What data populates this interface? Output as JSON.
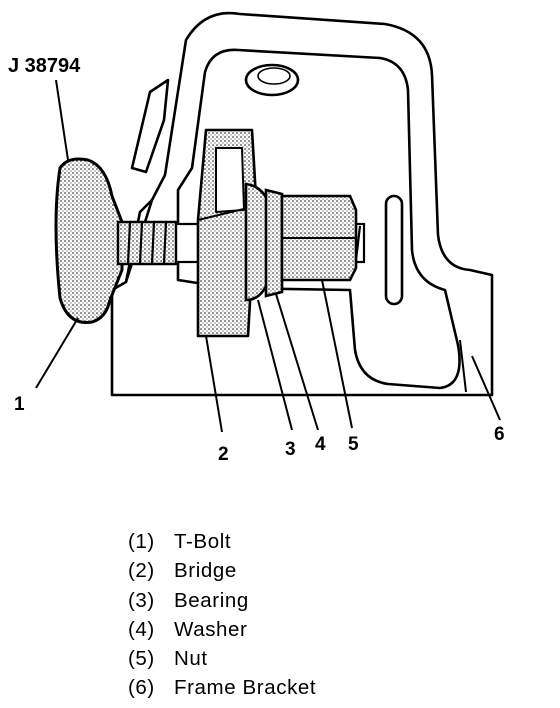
{
  "diagram": {
    "tool_label": "J 38794",
    "callouts": [
      "1",
      "2",
      "3",
      "4",
      "5",
      "6"
    ]
  },
  "legend": [
    {
      "number": "(1)",
      "label": "T-Bolt"
    },
    {
      "number": "(2)",
      "label": "Bridge"
    },
    {
      "number": "(3)",
      "label": "Bearing"
    },
    {
      "number": "(4)",
      "label": "Washer"
    },
    {
      "number": "(5)",
      "label": "Nut"
    },
    {
      "number": "(6)",
      "label": "Frame Bracket"
    }
  ]
}
